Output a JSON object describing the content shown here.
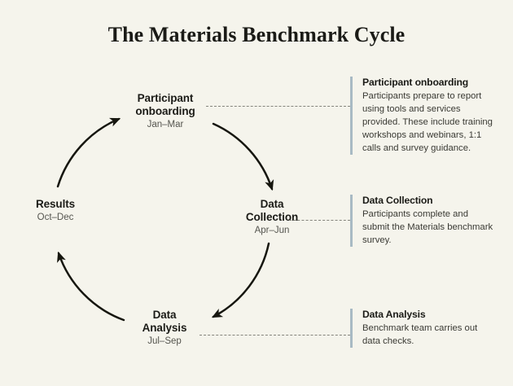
{
  "title": "The Materials Benchmark Cycle",
  "theme": {
    "background": "#f5f4ec",
    "ink": "#1b1b17",
    "muted_text": "#55554f",
    "accent_bar": "#a8bac4",
    "dashed_line": "#84847c",
    "arrow": "#16160f"
  },
  "cycle": {
    "stages": [
      {
        "name": "Participant\nonboarding",
        "period": "Jan–Mar"
      },
      {
        "name": "Data\nCollection",
        "period": "Apr–Jun"
      },
      {
        "name": "Data\nAnalysis",
        "period": "Jul–Sep"
      },
      {
        "name": "Results",
        "period": "Oct–Dec"
      }
    ]
  },
  "annotations": [
    {
      "title": "Participant onboarding",
      "body": "Participants prepare to report using tools and services provided. These include training workshops and webinars, 1:1 calls and survey guidance."
    },
    {
      "title": "Data Collection",
      "body": "Participants complete and submit the Materials benchmark survey."
    },
    {
      "title": "Data Analysis",
      "body": "Benchmark team carries out data checks."
    }
  ]
}
